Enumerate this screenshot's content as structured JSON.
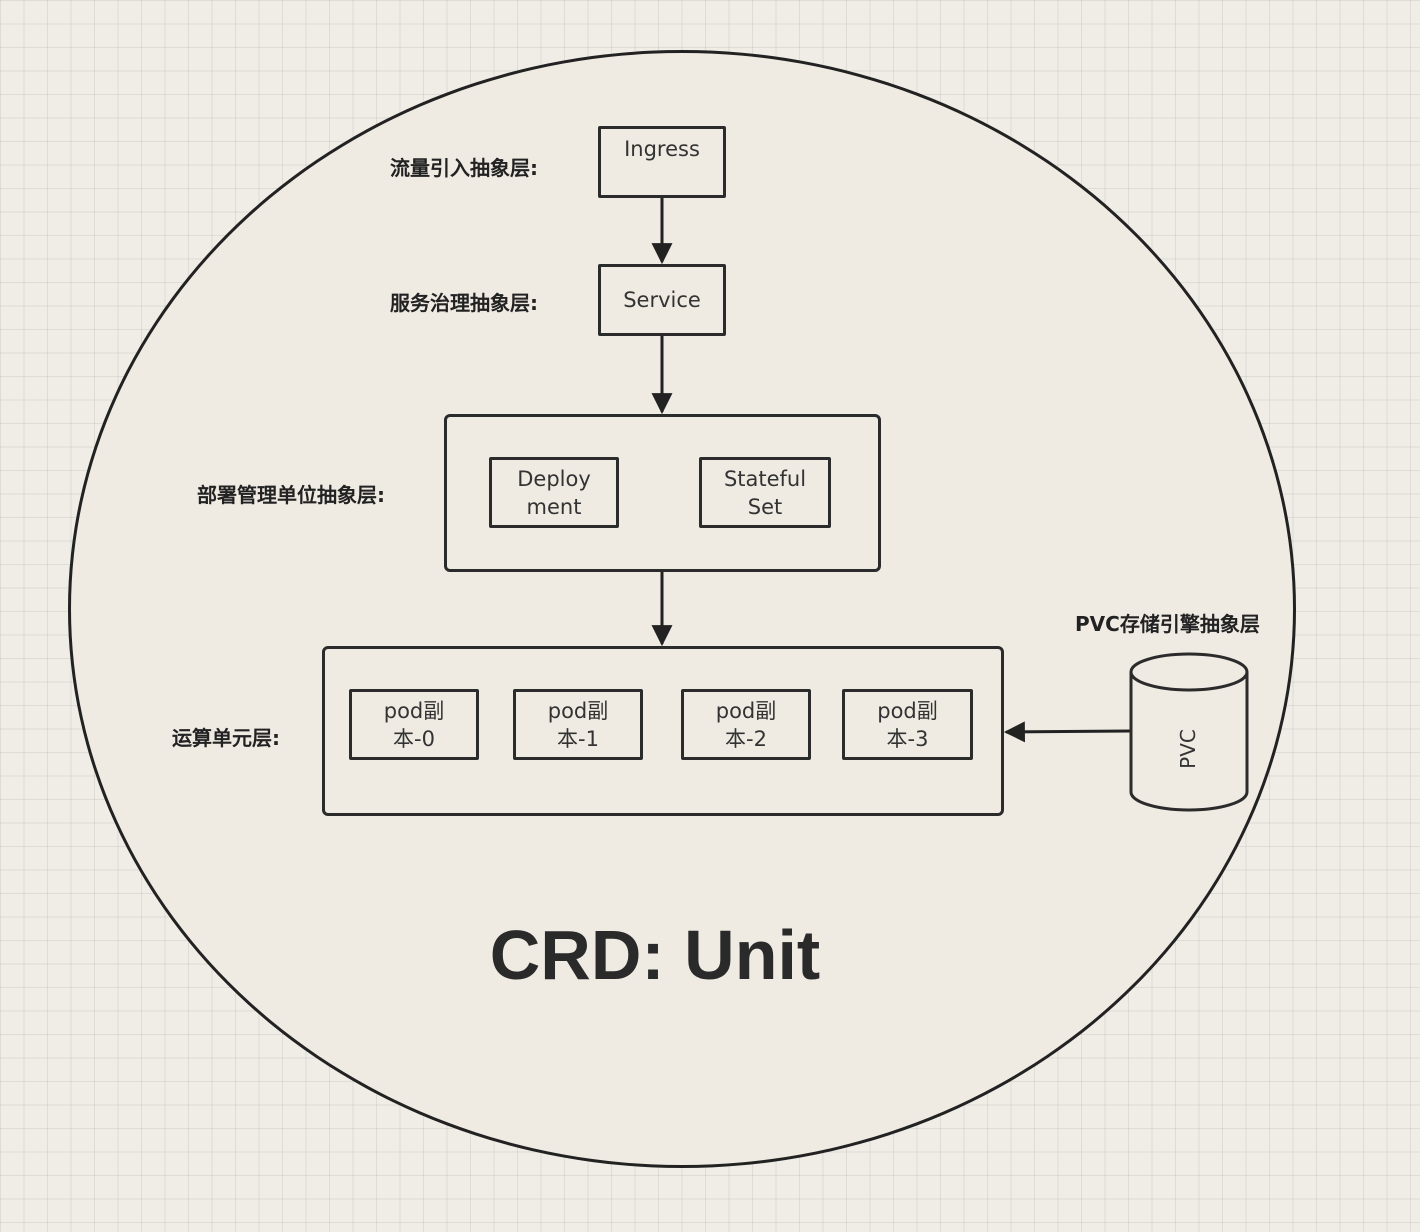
{
  "title": "CRD: Unit",
  "labels": {
    "traffic": "流量引入抽象层:",
    "service_gov": "服务治理抽象层:",
    "deploy_mgmt": "部署管理单位抽象层:",
    "compute": "运算单元层:",
    "pvc_storage": "PVC存储引擎抽象层"
  },
  "nodes": {
    "ingress": "Ingress",
    "service": "Service",
    "deployment": "Deploy\nment",
    "statefulset": "Stateful\nSet",
    "pod0": "pod副\n本-0",
    "pod1": "pod副\n本-1",
    "pod2": "pod副\n本-2",
    "pod3": "pod副\n本-3",
    "pvc": "PVC"
  }
}
